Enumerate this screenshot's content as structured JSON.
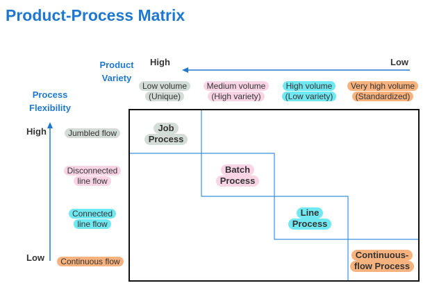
{
  "title": "Product-Process Matrix",
  "product_axis": {
    "title_line1": "Product",
    "title_line2": "Variety",
    "high": "High",
    "low": "Low"
  },
  "flex_axis": {
    "title_line1": "Process",
    "title_line2": "Flexibility",
    "high": "High",
    "low": "Low"
  },
  "columns": [
    {
      "line1": "Low volume",
      "line2": "(Unique)",
      "color": "#d3dcd6"
    },
    {
      "line1": "Medium volume",
      "line2": "(High variety)",
      "color": "#f9d4e4"
    },
    {
      "line1": "High volume",
      "line2": "(Low variety)",
      "color": "#6fe8f2"
    },
    {
      "line1": "Very high volume",
      "line2": "(Standardized)",
      "color": "#f8b27d"
    }
  ],
  "rows": [
    {
      "line1": "Jumbled flow",
      "line2": "",
      "color": "#d3dcd6"
    },
    {
      "line1": "Disconnected",
      "line2": "line flow",
      "color": "#f9d4e4"
    },
    {
      "line1": "Connected",
      "line2": "line flow",
      "color": "#6fe8f2"
    },
    {
      "line1": "Continuous flow",
      "line2": "",
      "color": "#f8b27d"
    }
  ],
  "processes": [
    {
      "line1": "Job",
      "line2": "Process",
      "color": "#d3dcd6"
    },
    {
      "line1": "Batch",
      "line2": "Process",
      "color": "#f9d4e4"
    },
    {
      "line1": "Line",
      "line2": "Process",
      "color": "#6fe8f2"
    },
    {
      "line1": "Continuous-",
      "line2": "flow Process",
      "color": "#f8b27d"
    }
  ],
  "accent_color": "#1f78d0"
}
